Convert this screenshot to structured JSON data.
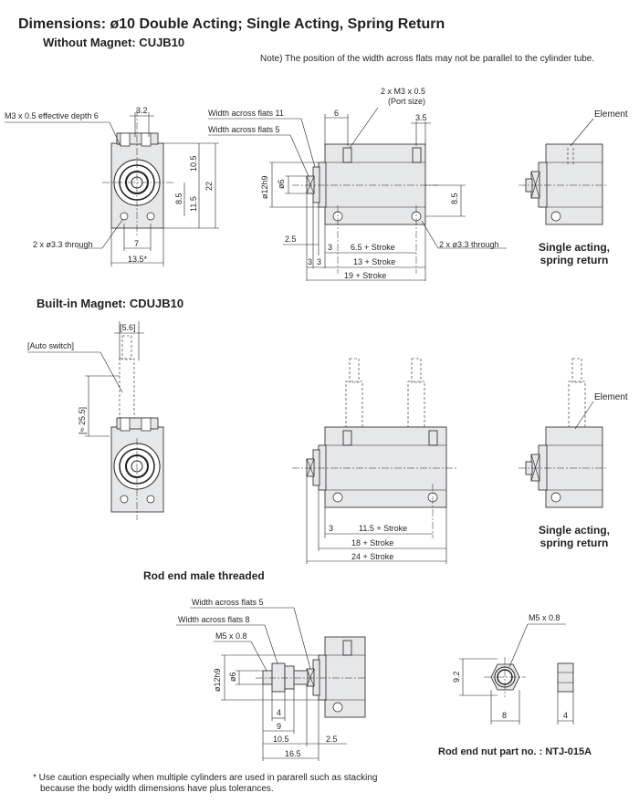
{
  "title": "Dimensions: ø10 Double Acting; Single Acting, Spring Return",
  "section_without_magnet": "Without Magnet: CUJB10",
  "note_top": "Note) The position of the width across flats may not be parallel to the cylinder tube.",
  "section_magnet": "Built-in Magnet: CDUJB10",
  "section_rod_end": "Rod end male threaded",
  "nut_caption": "Rod end nut part no. : NTJ-015A",
  "caution_line1": "* Use caution especially when multiple cylinders are used in pararell such as stacking",
  "caution_line2": "because the body width dimensions have plus tolerances.",
  "single_acting_1": "Single acting,",
  "spring_return_1": "spring return",
  "single_acting_2": "Single acting,",
  "spring_return_2": "spring return",
  "element_1": "Element",
  "element_2": "Element",
  "labels": {
    "m3_depth": "M3 x 0.5 effective depth 6",
    "d32": "3.2",
    "d105": "10.5",
    "d22": "22",
    "d85a": "8.5",
    "d115": "11.5",
    "thru_left": "2 x ø3.3 through",
    "d7": "7",
    "d135": "13.5*",
    "waf11": "Width across flats 11",
    "waf5": "Width across flats 5",
    "port": "2 x M3 x 0.5",
    "port_size": "(Port size)",
    "d6top": "6",
    "d35": "3.5",
    "d12h9": "ø12h9",
    "d6rod": "ø6",
    "d85b": "8.5",
    "d25": "2.5",
    "d3a": "3",
    "d65s": "6.5 + Stroke",
    "thru_right": "2 x ø3.3 through",
    "d3b": "3",
    "d3c": "3",
    "d13s": "13 + Stroke",
    "d19s": "19 + Stroke",
    "d56": "[5.6]",
    "auto_switch": "[Auto switch]",
    "d255": "[≈ 25.5]",
    "d3m": "3",
    "d115s": "11.5 + Stroke",
    "d18s": "18 + Stroke",
    "d24s": "24 + Stroke",
    "rwaf5": "Width across flats 5",
    "rwaf8": "Width across flats 8",
    "m5a": "M5 x 0.8",
    "r12h9": "ø12h9",
    "r6": "ø6",
    "r4": "4",
    "r9": "9",
    "r105": "10.5",
    "r25": "2.5",
    "r165": "16.5",
    "m5b": "M5 x 0.8",
    "n92": "9.2",
    "n8": "8",
    "n4": "4"
  }
}
